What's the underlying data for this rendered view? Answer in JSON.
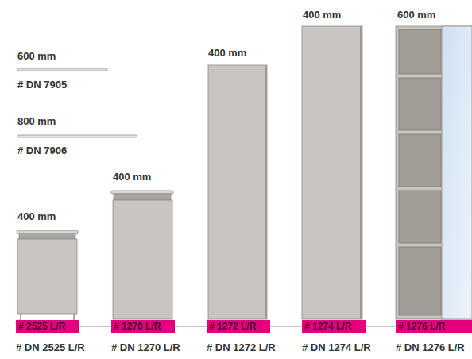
{
  "diagram": {
    "nodes": [
      {
        "text": [
          "# 2525 L/R"
        ]
      },
      {
        "text": [
          "# 1270 L/R"
        ]
      },
      {
        "text": [
          "# 1272 L/R"
        ]
      },
      {
        "text": [
          "# 1274 L/R"
        ]
      },
      {
        "text": [
          "# 1276 L/R"
        ]
      }
    ],
    "labels": [
      "400 mm",
      "600 mm",
      "600 mm",
      "# DN 7905",
      "400 mm",
      "800 mm",
      "# DN 7906",
      "400 mm",
      "400 mm",
      "# DN 2525 L/R",
      "# DN 1270 L/R",
      "# DN 1272 L/R",
      "# DN 1274 L/R",
      "# DN 1276 L/R"
    ]
  }
}
